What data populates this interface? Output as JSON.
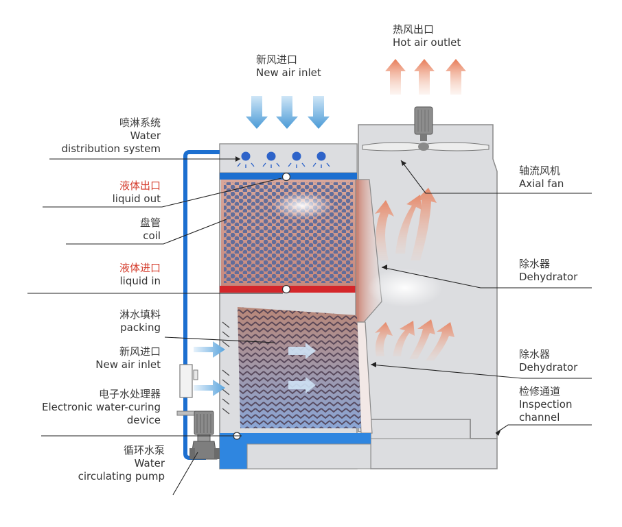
{
  "labels": {
    "hot_air_outlet": {
      "zh": "热风出口",
      "en": "Hot air outlet"
    },
    "new_air_inlet_top": {
      "zh": "新风进口",
      "en": "New air inlet"
    },
    "water_distribution": {
      "zh": "喷淋系统",
      "en1": "Water",
      "en2": "distribution system"
    },
    "liquid_out": {
      "zh": "液体出口",
      "en": "liquid out"
    },
    "coil": {
      "zh": "盘管",
      "en": "coil"
    },
    "liquid_in": {
      "zh": "液体进口",
      "en": "liquid  in"
    },
    "packing": {
      "zh": "淋水填料",
      "en": "packing"
    },
    "new_air_inlet_side": {
      "zh": "新风进口",
      "en": "New air inlet"
    },
    "water_curing": {
      "zh": "电子水处理器",
      "en1": "Electronic water-curing",
      "en2": "device"
    },
    "pump": {
      "zh": "循环水泵",
      "en1": "Water",
      "en2": "circulating pump"
    },
    "axial_fan": {
      "zh": "轴流风机",
      "en": "Axial  fan"
    },
    "dehydrator_top": {
      "zh": "除水器",
      "en": "Dehydrator"
    },
    "dehydrator_bottom": {
      "zh": "除水器",
      "en": "Dehydrator"
    },
    "inspection": {
      "zh": "检修通道",
      "en1": "Inspection",
      "en2": "channel"
    }
  },
  "colors": {
    "casing": "#dcdde0",
    "blue_pipe": "#1c6fd0",
    "red_pipe": "#d4262a",
    "coil_tube": "#5e6b96",
    "packing": "#7a5a6a",
    "label_red": "#d43a2a"
  }
}
